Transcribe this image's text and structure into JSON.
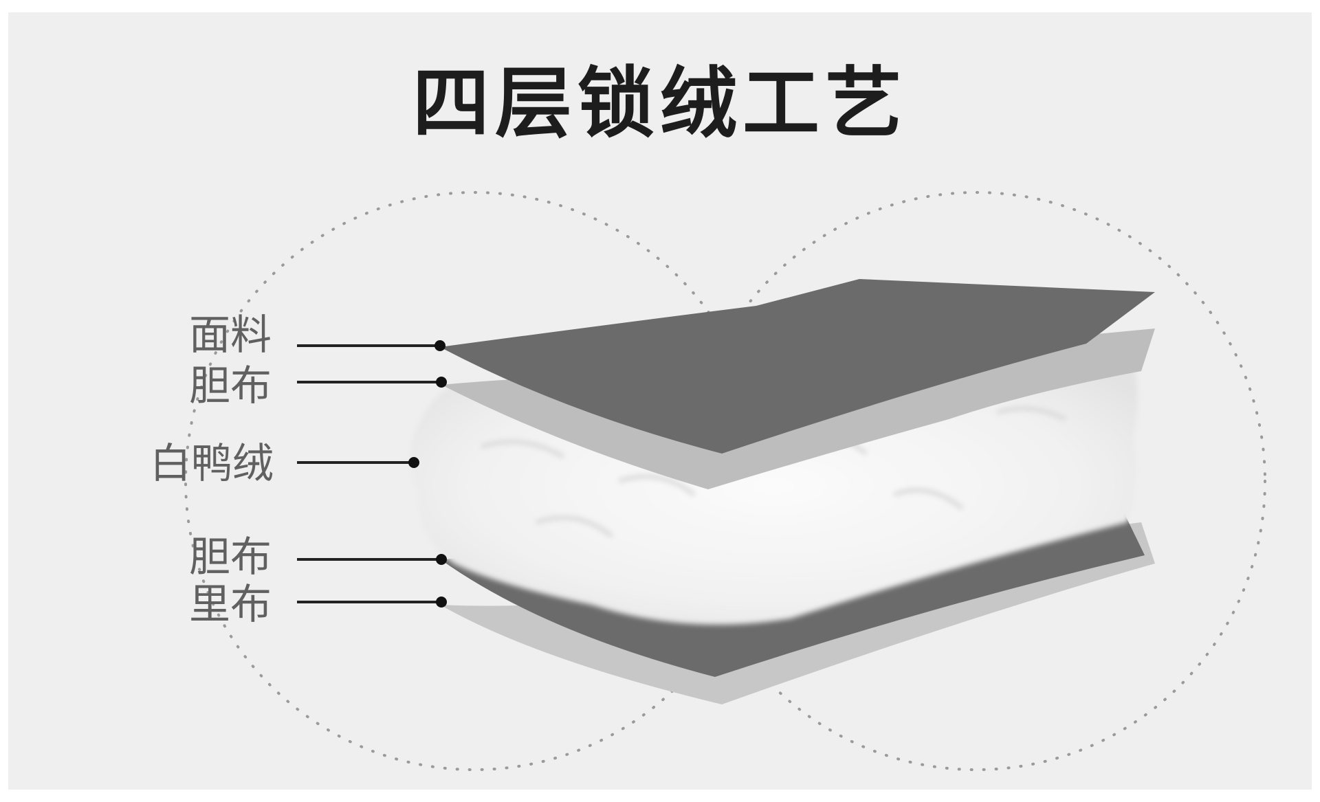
{
  "title": "四层锁绒工艺",
  "layers": {
    "outer_fabric": "面料",
    "inner_liner_top": "胆布",
    "white_duck_down": "白鸭绒",
    "inner_liner_bottom": "胆布",
    "lining": "里布"
  },
  "colors": {
    "background": "#efefef",
    "fabric_dark": "#6b6b6b",
    "liner_light": "#bdbdbd",
    "down_white": "#f4f4f4",
    "title_text": "#1d1d1d",
    "label_text": "#606060",
    "dotted_circle": "#9a9a9a"
  }
}
